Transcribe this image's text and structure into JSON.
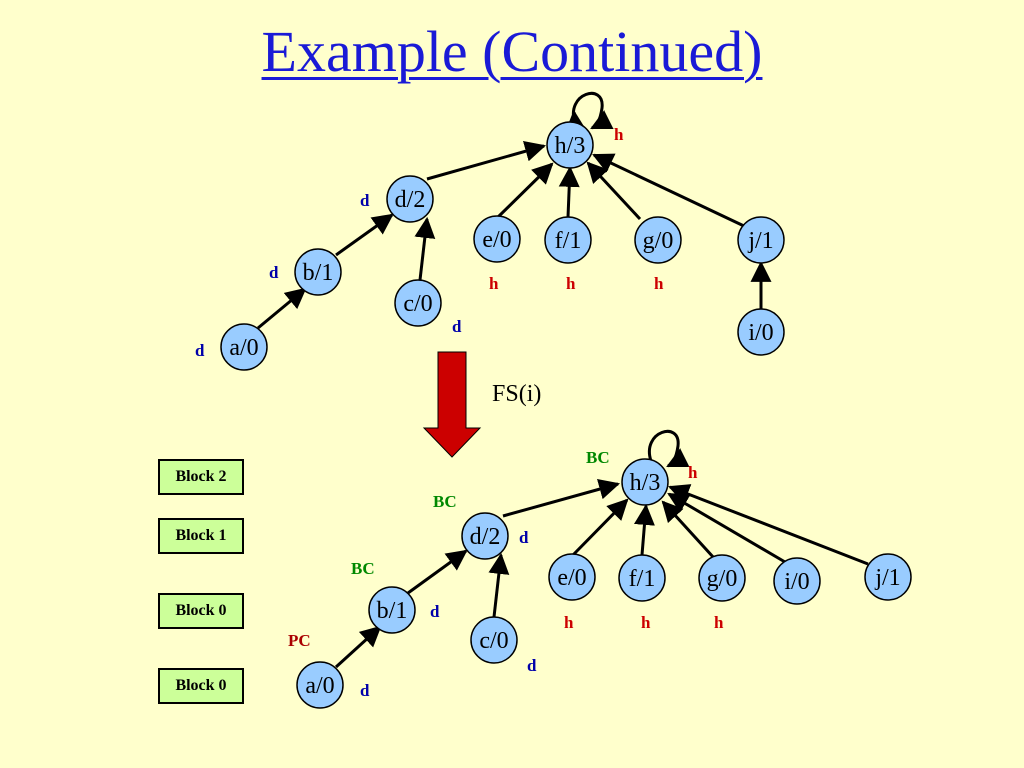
{
  "title": "Example (Continued)",
  "colors": {
    "background": "#ffffcc",
    "node_fill": "#99ccff",
    "title": "#1a1ad6",
    "label_d": "#0000aa",
    "label_h": "#cc0000",
    "label_bc": "#008800",
    "label_pc": "#aa0000",
    "block_fill": "#ccff99",
    "arrow": "#cc0000"
  },
  "transition_label": "FS(i)",
  "blocks": [
    "Block 2",
    "Block 1",
    "Block 0",
    "Block 0"
  ],
  "top_tree": {
    "nodes": {
      "h3": "h/3",
      "d2": "d/2",
      "e0": "e/0",
      "f1": "f/1",
      "g0": "g/0",
      "j1": "j/1",
      "b1": "b/1",
      "c0": "c/0",
      "a0": "a/0",
      "i0": "i/0"
    },
    "labels": {
      "h_h3": "h",
      "d_d2": "d",
      "d_b1": "d",
      "d_a0": "d",
      "d_c0": "d",
      "h_e0": "h",
      "h_f1": "h",
      "h_g0": "h"
    }
  },
  "bottom_tree": {
    "nodes": {
      "h3": "h/3",
      "d2": "d/2",
      "e0": "e/0",
      "f1": "f/1",
      "g0": "g/0",
      "i0": "i/0",
      "j1": "j/1",
      "b1": "b/1",
      "c0": "c/0",
      "a0": "a/0"
    },
    "labels": {
      "bc_h3": "BC",
      "h_h3": "h",
      "bc_d2": "BC",
      "d_d2": "d",
      "bc_b1": "BC",
      "d_b1": "d",
      "pc_a0": "PC",
      "d_a0": "d",
      "d_c0": "d",
      "h_e0": "h",
      "h_f1": "h",
      "h_g0": "h"
    }
  }
}
